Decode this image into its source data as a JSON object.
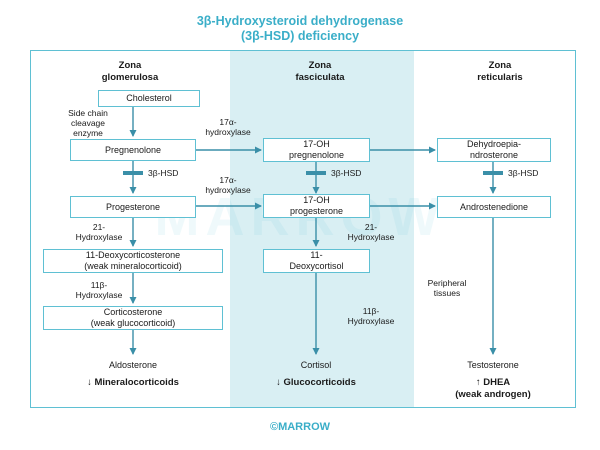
{
  "title": {
    "line1": "3β-Hydroxysteroid dehydrogenase",
    "line2": "(3β-HSD) deficiency"
  },
  "zones": {
    "glomerulosa": [
      "Zona",
      "glomerulosa"
    ],
    "fasciculata": [
      "Zona",
      "fasciculata"
    ],
    "reticularis": [
      "Zona",
      "reticularis"
    ]
  },
  "boxes": {
    "cholesterol": "Cholesterol",
    "pregnenolone": "Pregnenolone",
    "oh_pregnenolone": [
      "17-OH",
      "pregnenolone"
    ],
    "dhea_box": [
      "Dehydroepia-",
      "ndrosterone"
    ],
    "progesterone": "Progesterone",
    "oh_progesterone": [
      "17-OH",
      "progesterone"
    ],
    "androstenedione": "Androstenedione",
    "deoxycorticosterone": [
      "11-Deoxycorticosterone",
      "(weak mineralocorticoid)"
    ],
    "deoxycortisol": [
      "11-",
      "Deoxycortisol"
    ],
    "corticosterone": [
      "Corticosterone",
      "(weak glucocorticoid)"
    ]
  },
  "enzymes": {
    "side_chain": [
      "Side chain",
      "cleavage",
      "enzyme"
    ],
    "hydroxylase17_1": [
      "17α-",
      "hydroxylase"
    ],
    "hydroxylase17_2": [
      "17α-",
      "hydroxylase"
    ],
    "hsd_1": "3β-HSD",
    "hsd_2": "3β-HSD",
    "hsd_3": "3β-HSD",
    "hydroxylase21_1": [
      "21-",
      "Hydroxylase"
    ],
    "hydroxylase21_2": [
      "21-",
      "Hydroxylase"
    ],
    "hydroxylase11_1": [
      "11β-",
      "Hydroxylase"
    ],
    "hydroxylase11_2": [
      "11β-",
      "Hydroxylase"
    ],
    "peripheral": [
      "Peripheral",
      "tissues"
    ]
  },
  "endproducts": {
    "aldosterone": "Aldosterone",
    "cortisol": "Cortisol",
    "testosterone": "Testosterone"
  },
  "effects": {
    "mineralo": "↓ Mineralocorticoids",
    "gluco": "↓ Glucocorticoids",
    "dhea": [
      "↑ DHEA",
      "(weak androgen)"
    ]
  },
  "brand": "©MARROW",
  "watermark": "MARROW",
  "colors": {
    "accent": "#5fc0d3",
    "title": "#3aaec8",
    "middle_zone": "#d9eff3",
    "arrow": "#3a8fa8"
  }
}
